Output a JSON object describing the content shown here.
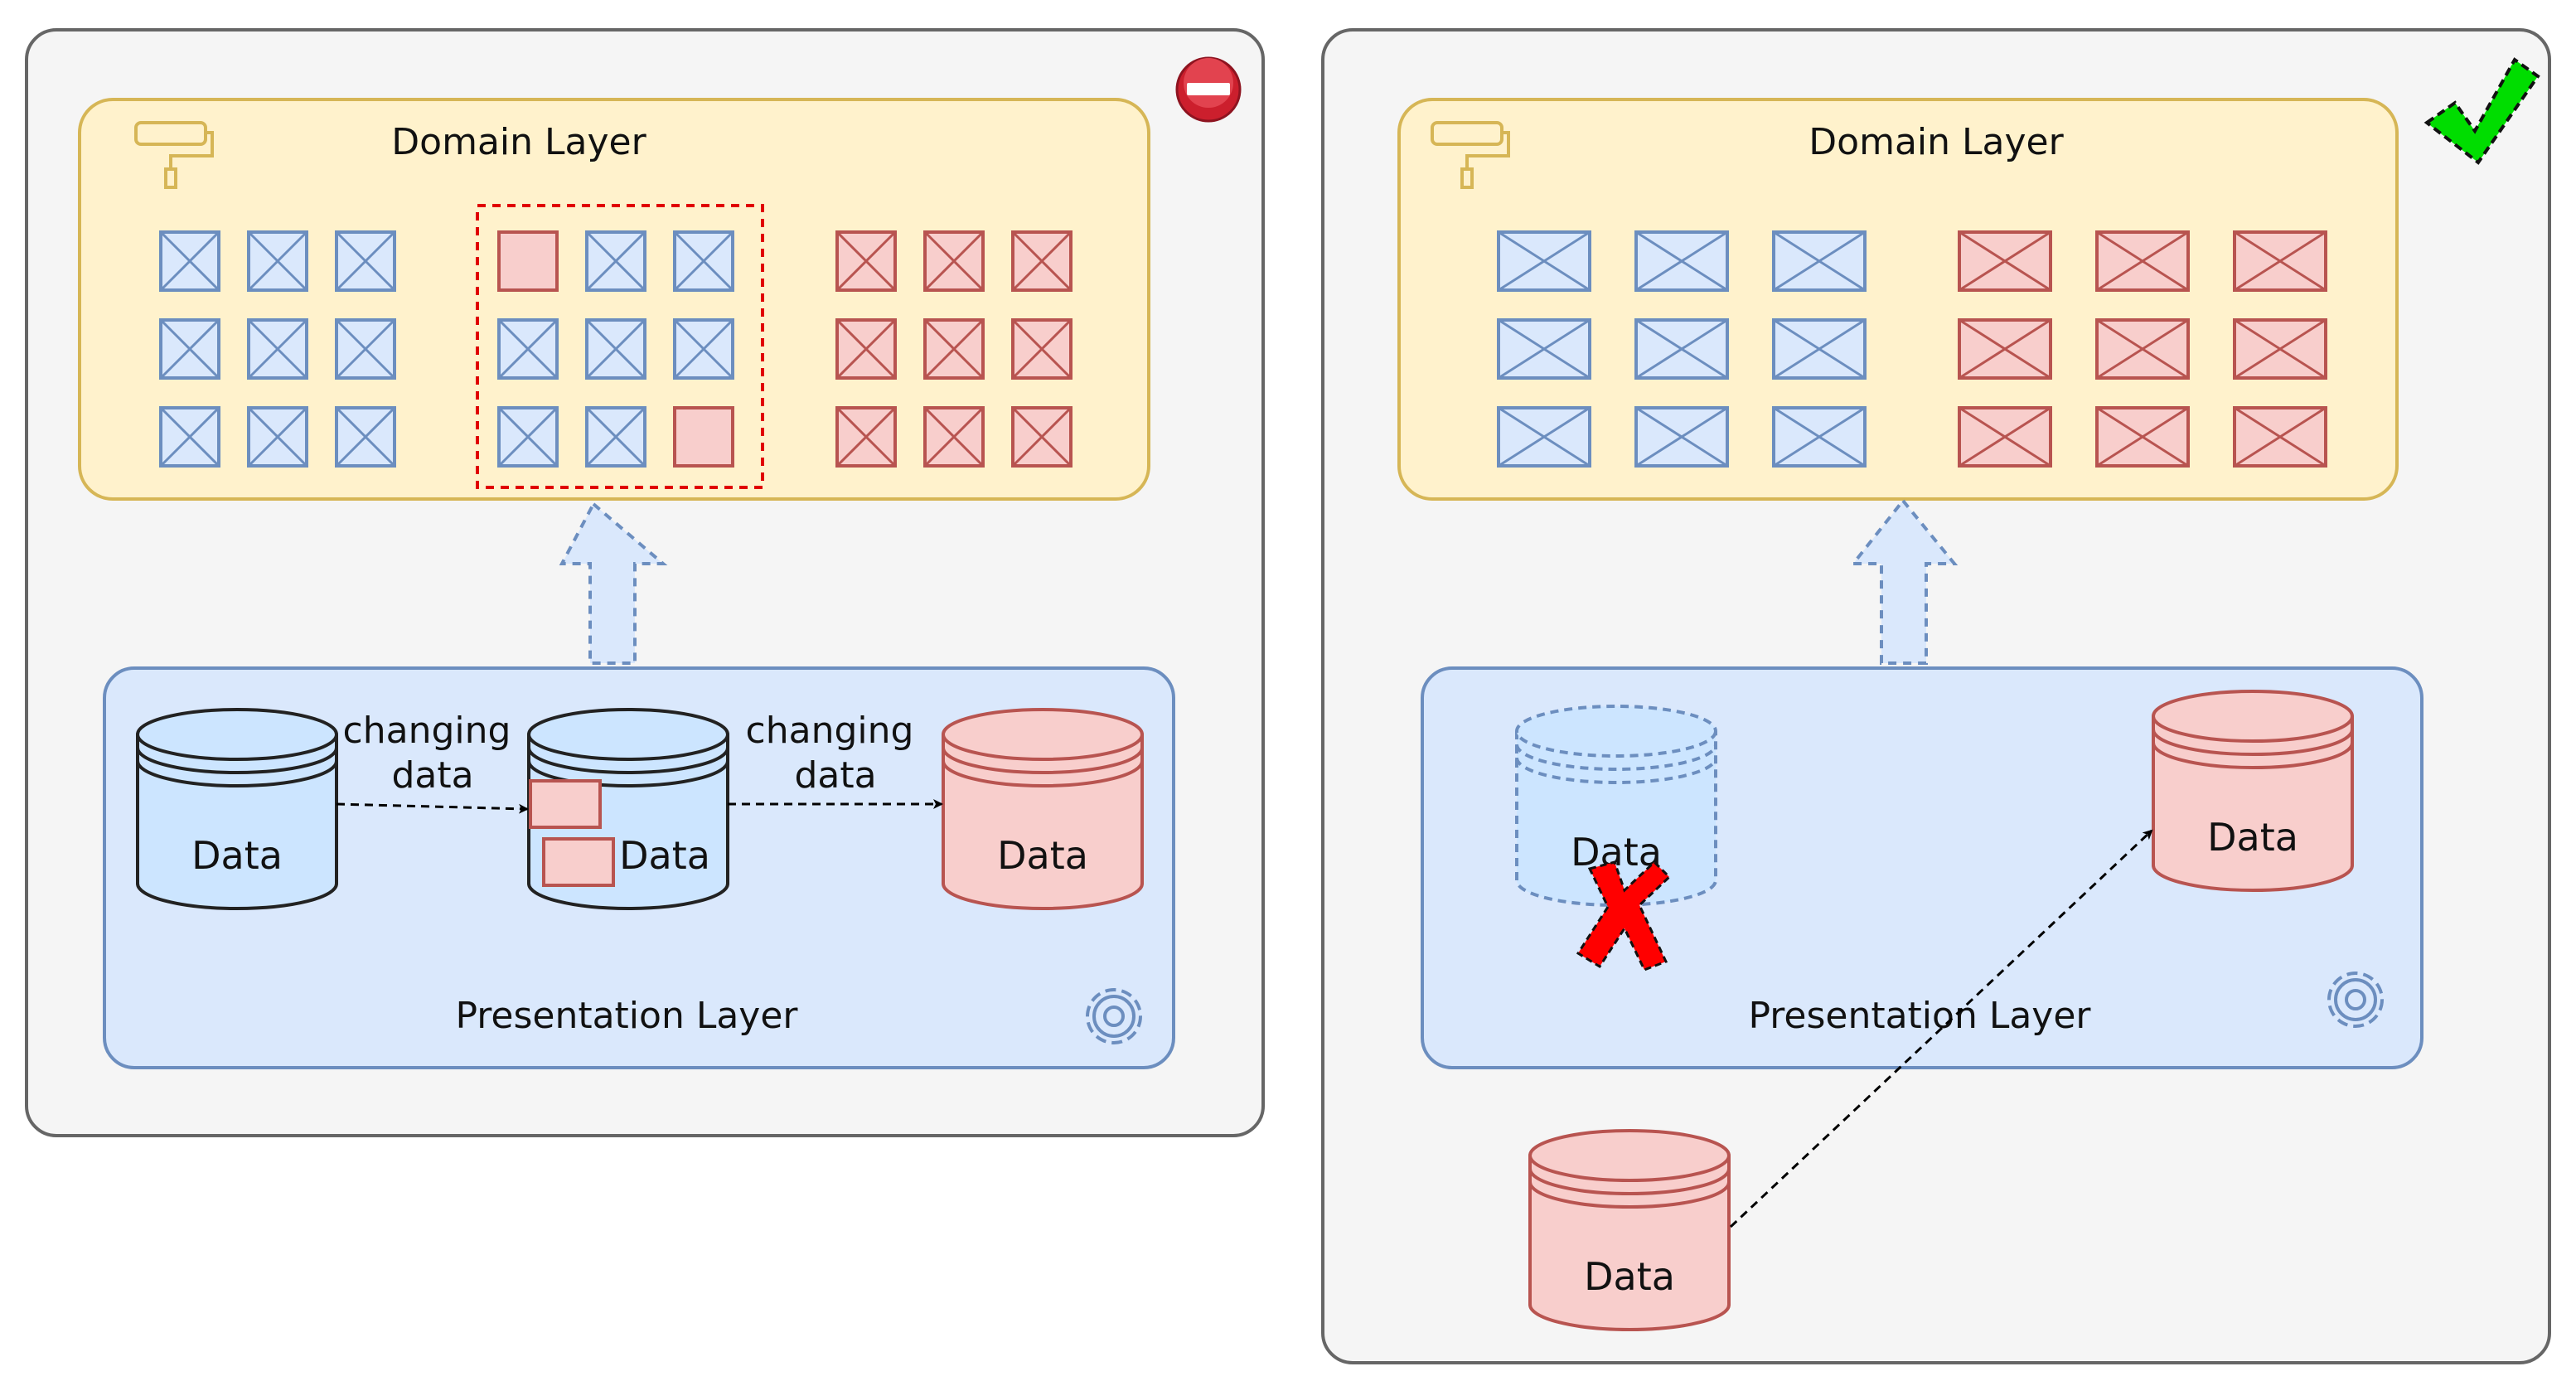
{
  "left_panel": {
    "status_icon": "no-entry-icon",
    "domain_layer_title": "Domain Layer",
    "domain_icon": "paint-roller-icon",
    "presentation_layer_title": "Presentation Layer",
    "presentation_icon": "gear-icon",
    "edge_label_1": "changing\ndata",
    "edge_label_2": "changing\ndata",
    "databases": [
      {
        "label": "Data",
        "color": "blue"
      },
      {
        "label": "Data",
        "color": "blue"
      },
      {
        "label": "Data",
        "color": "red"
      }
    ]
  },
  "right_panel": {
    "status_icon": "check-mark-icon",
    "domain_layer_title": "Domain Layer",
    "domain_icon": "paint-roller-icon",
    "presentation_layer_title": "Presentation Layer",
    "presentation_icon": "gear-icon",
    "databases": [
      {
        "label": "Data",
        "color": "blue",
        "removed": true
      },
      {
        "label": "Data",
        "color": "red"
      },
      {
        "label": "Data",
        "color": "red"
      }
    ],
    "removed_marker_icon": "red-x-icon"
  },
  "colors": {
    "panel_fill": "#f5f5f5",
    "panel_stroke": "#666666",
    "domain_fill": "#fff2cc",
    "domain_stroke": "#d6b656",
    "presentation_fill": "#dae8fc",
    "presentation_stroke": "#6c8ebf",
    "blue_fill": "#dae8fc",
    "blue_stroke": "#6c8ebf",
    "red_fill": "#f8cecc",
    "red_stroke": "#b85450",
    "db_blue_fill": "#cce5ff",
    "check_green": "#00dd00",
    "no_entry_red": "#cc1f2d"
  }
}
